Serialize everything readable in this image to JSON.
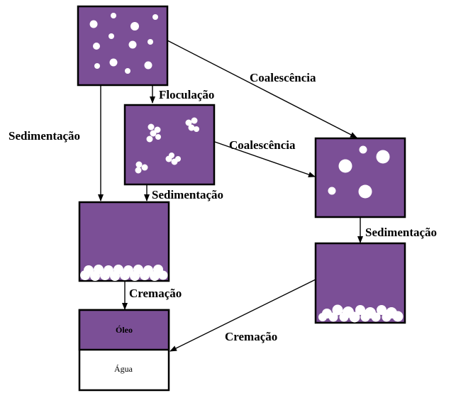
{
  "labels": {
    "flocculation": "Floculação",
    "coalescence_1": "Coalescência",
    "coalescence_2": "Coalescência",
    "sedimentation_left": "Sedimentação",
    "sedimentation_mid": "Sedimentação",
    "sedimentation_right": "Sedimentação",
    "creaming_left": "Cremação",
    "creaming_right": "Cremação"
  },
  "final_box": {
    "top_label": "Óleo",
    "bottom_label": "Água"
  },
  "colors": {
    "purple": "#7b4f96",
    "outline": "#000000",
    "droplet": "#ffffff"
  }
}
